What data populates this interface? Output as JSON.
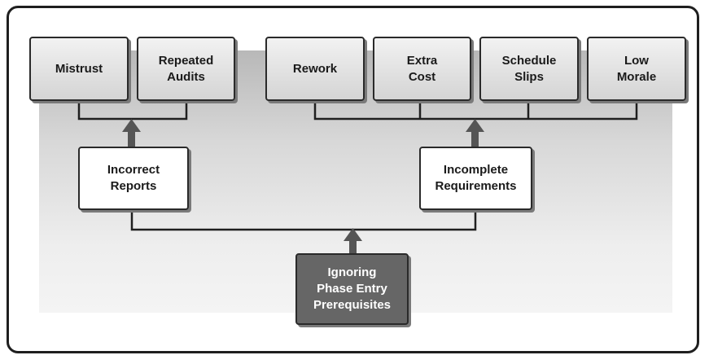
{
  "diagram": {
    "effects": {
      "mistrust": "Mistrust",
      "repeated_audits": "Repeated\nAudits",
      "rework": "Rework",
      "extra_cost": "Extra\nCost",
      "schedule_slips": "Schedule\nSlips",
      "low_morale": "Low\nMorale"
    },
    "causes": {
      "incorrect_reports": "Incorrect\nReports",
      "incomplete_requirements": "Incomplete\nRequirements"
    },
    "root": "Ignoring\nPhase Entry\nPrerequisites"
  },
  "colors": {
    "line": "#1f1f1f",
    "arrow": "#555555",
    "root_fill": "#666666",
    "panel_top": "#b8b8b8"
  }
}
